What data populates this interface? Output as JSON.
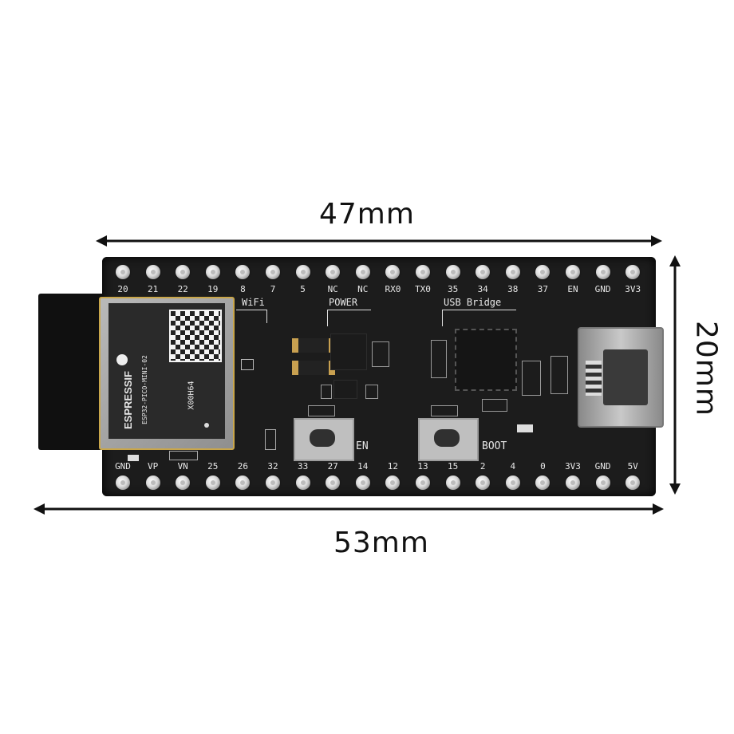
{
  "dimensions": {
    "width": "47mm",
    "overall_length": "53mm",
    "height": "20mm"
  },
  "board": {
    "top_pins": [
      "20",
      "21",
      "22",
      "19",
      "8",
      "7",
      "5",
      "NC",
      "NC",
      "RX0",
      "TX0",
      "35",
      "34",
      "38",
      "37",
      "EN",
      "GND",
      "3V3"
    ],
    "bottom_pins": [
      "GND",
      "VP",
      "VN",
      "25",
      "26",
      "32",
      "33",
      "27",
      "14",
      "12",
      "13",
      "15",
      "2",
      "4",
      "0",
      "3V3",
      "GND",
      "5V"
    ],
    "section_labels": {
      "wifi": "WiFi",
      "power": "POWER",
      "usb_bridge": "USB Bridge"
    },
    "buttons": {
      "en": "EN",
      "boot": "BOOT"
    },
    "module": {
      "brand": "ESPRESSIF",
      "model": "ESP32-PICO-MINI-02",
      "code": "X00H64"
    }
  },
  "colors": {
    "pcb": "#1a1a1a",
    "silkscreen": "#e8e8e8",
    "dimension_lines": "#111111"
  }
}
